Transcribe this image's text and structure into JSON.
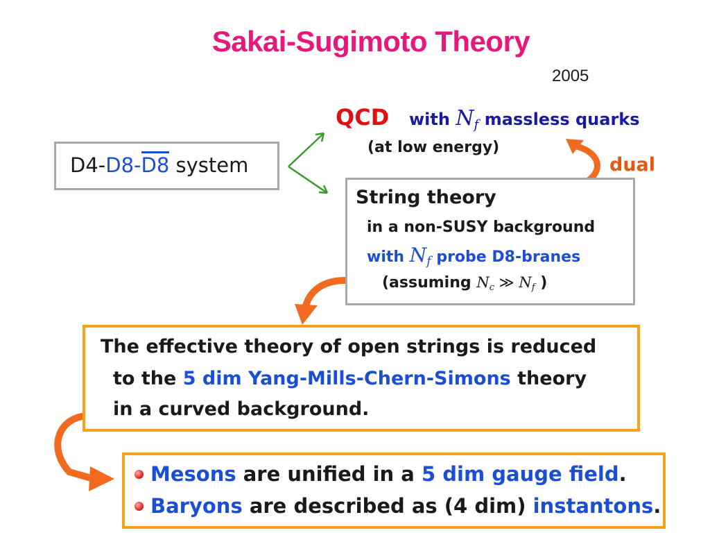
{
  "title": "Sakai-Sugimoto Theory",
  "year": "2005",
  "colors": {
    "title": "#e8177a",
    "blue": "#1a4fd4",
    "red": "#e01010",
    "navy": "#1a1aa0",
    "orange_label": "#e25a10",
    "arrow_orange": "#f26a1f",
    "arrow_green": "#3a9a2a",
    "box_border_gray": "#a8a8a8",
    "box_border_orange": "#f5a21b"
  },
  "system_box": {
    "prefix": "D4-",
    "d8": "D8",
    "dash": "-",
    "d8bar": "D8",
    "suffix": " system"
  },
  "qcd": {
    "label": "QCD",
    "with": "with",
    "nf_symbol": "N",
    "nf_sub": "f",
    "massless": "massless quarks",
    "low_energy": "(at low energy)"
  },
  "dual_label": "dual",
  "string_box": {
    "line1": "String theory",
    "line2": "in a non-SUSY background",
    "line3_with": "with",
    "nf_symbol": "N",
    "nf_sub": "f",
    "line3_probe": "probe D8-branes",
    "assume_open": "(assuming",
    "nc_symbol": "N",
    "nc_sub": "c",
    "gg": "≫",
    "assume_close": ")"
  },
  "effective_box": {
    "line1": "The effective theory of open strings is reduced",
    "line2_a": "to the ",
    "line2_b": "5 dim Yang-Mills-Chern-Simons",
    "line2_c": " theory",
    "line3": "in a curved background."
  },
  "bullets": [
    {
      "a": "Mesons",
      "b": " are unified in a ",
      "c": "5 dim gauge field",
      "d": "."
    },
    {
      "a": "Baryons",
      "b": " are described as (",
      "c": "4 dim",
      "d": ") ",
      "e": "instantons",
      "f": "."
    }
  ]
}
